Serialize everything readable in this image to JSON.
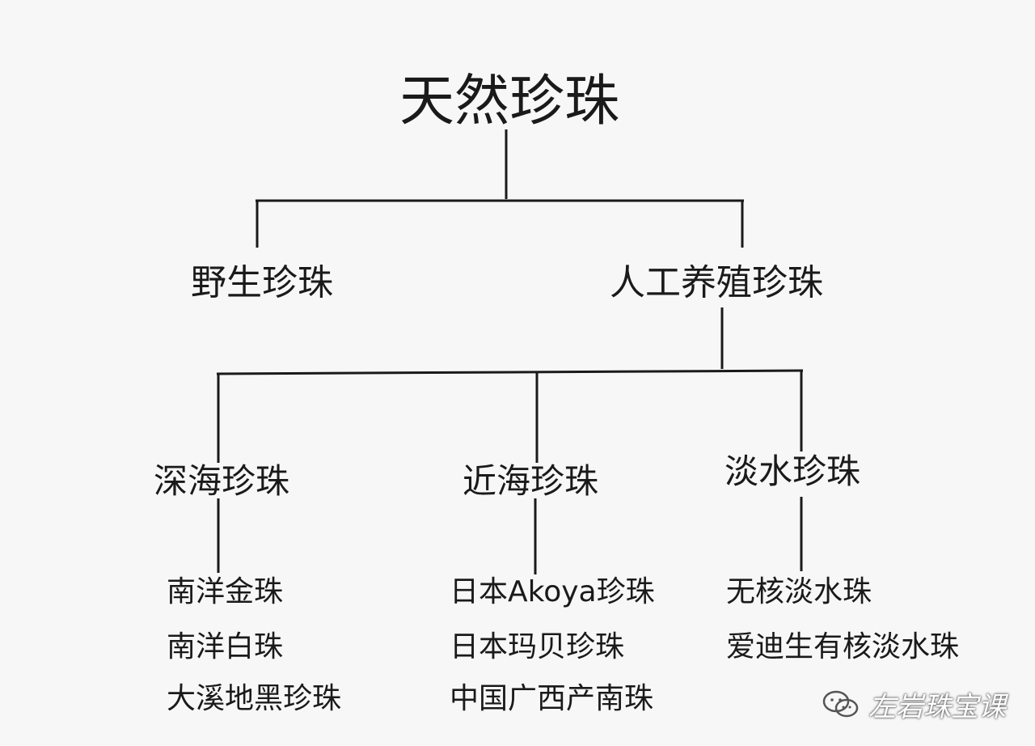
{
  "root": {
    "label": "天然珍珠"
  },
  "branches": {
    "wild": {
      "label": "野生珍珠"
    },
    "cultured": {
      "label": "人工养殖珍珠",
      "children": {
        "deep_sea": {
          "label": "深海珍珠",
          "items": [
            "南洋金珠",
            "南洋白珠",
            "大溪地黑珍珠"
          ]
        },
        "coastal": {
          "label": "近海珍珠",
          "items": [
            "日本Akoya珍珠",
            "日本玛贝珍珠",
            "中国广西产南珠"
          ]
        },
        "freshwater": {
          "label": "淡水珍珠",
          "items": [
            "无核淡水珠",
            "爱迪生有核淡水珠"
          ]
        }
      }
    }
  },
  "watermark": {
    "icon": "wechat-icon",
    "text": "左岩珠宝课"
  }
}
